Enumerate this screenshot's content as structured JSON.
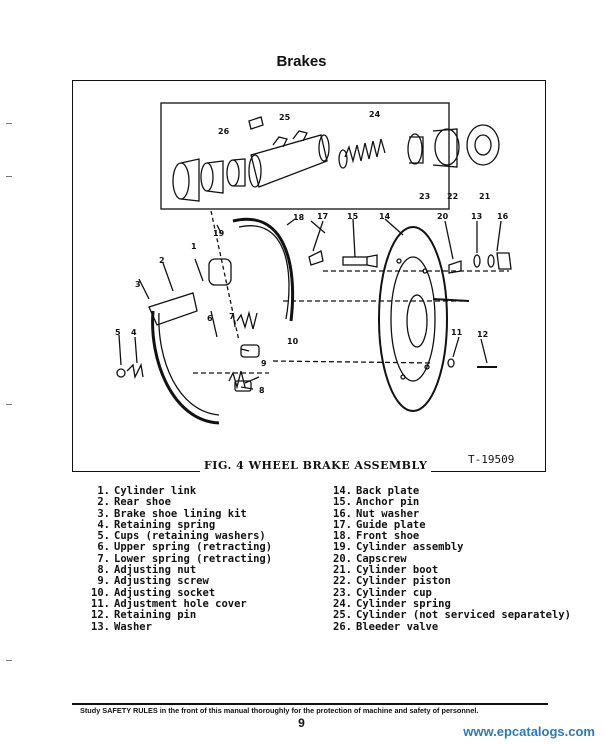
{
  "page_title": "Brakes",
  "figure": {
    "code": "T-19509",
    "caption": "FIG. 4  WHEEL BRAKE ASSEMBLY",
    "callouts": [
      "1",
      "2",
      "3",
      "4",
      "5",
      "6",
      "7",
      "8",
      "9",
      "10",
      "11",
      "12",
      "13",
      "14",
      "15",
      "16",
      "17",
      "18",
      "19",
      "21",
      "22",
      "23",
      "24",
      "25",
      "26",
      "20"
    ]
  },
  "legend_left": [
    {
      "num": "1.",
      "label": "Cylinder link"
    },
    {
      "num": "2.",
      "label": "Rear shoe"
    },
    {
      "num": "3.",
      "label": "Brake shoe lining kit"
    },
    {
      "num": "4.",
      "label": "Retaining spring"
    },
    {
      "num": "5.",
      "label": "Cups (retaining washers)"
    },
    {
      "num": "6.",
      "label": "Upper spring (retracting)"
    },
    {
      "num": "7.",
      "label": "Lower spring (retracting)"
    },
    {
      "num": "8.",
      "label": "Adjusting nut"
    },
    {
      "num": "9.",
      "label": "Adjusting screw"
    },
    {
      "num": "10.",
      "label": "Adjusting socket"
    },
    {
      "num": "11.",
      "label": "Adjustment hole cover"
    },
    {
      "num": "12.",
      "label": "Retaining pin"
    },
    {
      "num": "13.",
      "label": "Washer"
    }
  ],
  "legend_right": [
    {
      "num": "14.",
      "label": "Back plate"
    },
    {
      "num": "15.",
      "label": "Anchor pin"
    },
    {
      "num": "16.",
      "label": "Nut washer"
    },
    {
      "num": "17.",
      "label": "Guide plate"
    },
    {
      "num": "18.",
      "label": "Front shoe"
    },
    {
      "num": "19.",
      "label": "Cylinder assembly"
    },
    {
      "num": "20.",
      "label": "Capscrew"
    },
    {
      "num": "21.",
      "label": "Cylinder boot"
    },
    {
      "num": "22.",
      "label": "Cylinder piston"
    },
    {
      "num": "23.",
      "label": "Cylinder cup"
    },
    {
      "num": "24.",
      "label": "Cylinder spring"
    },
    {
      "num": "25.",
      "label": "Cylinder (not serviced separately)"
    },
    {
      "num": "26.",
      "label": "Bleeder valve"
    }
  ],
  "footer_text": "Study SAFETY RULES in the front of this manual thoroughly for the protection of machine and safety of personnel.",
  "page_number": "9",
  "watermark": "www.epcatalogs.com"
}
